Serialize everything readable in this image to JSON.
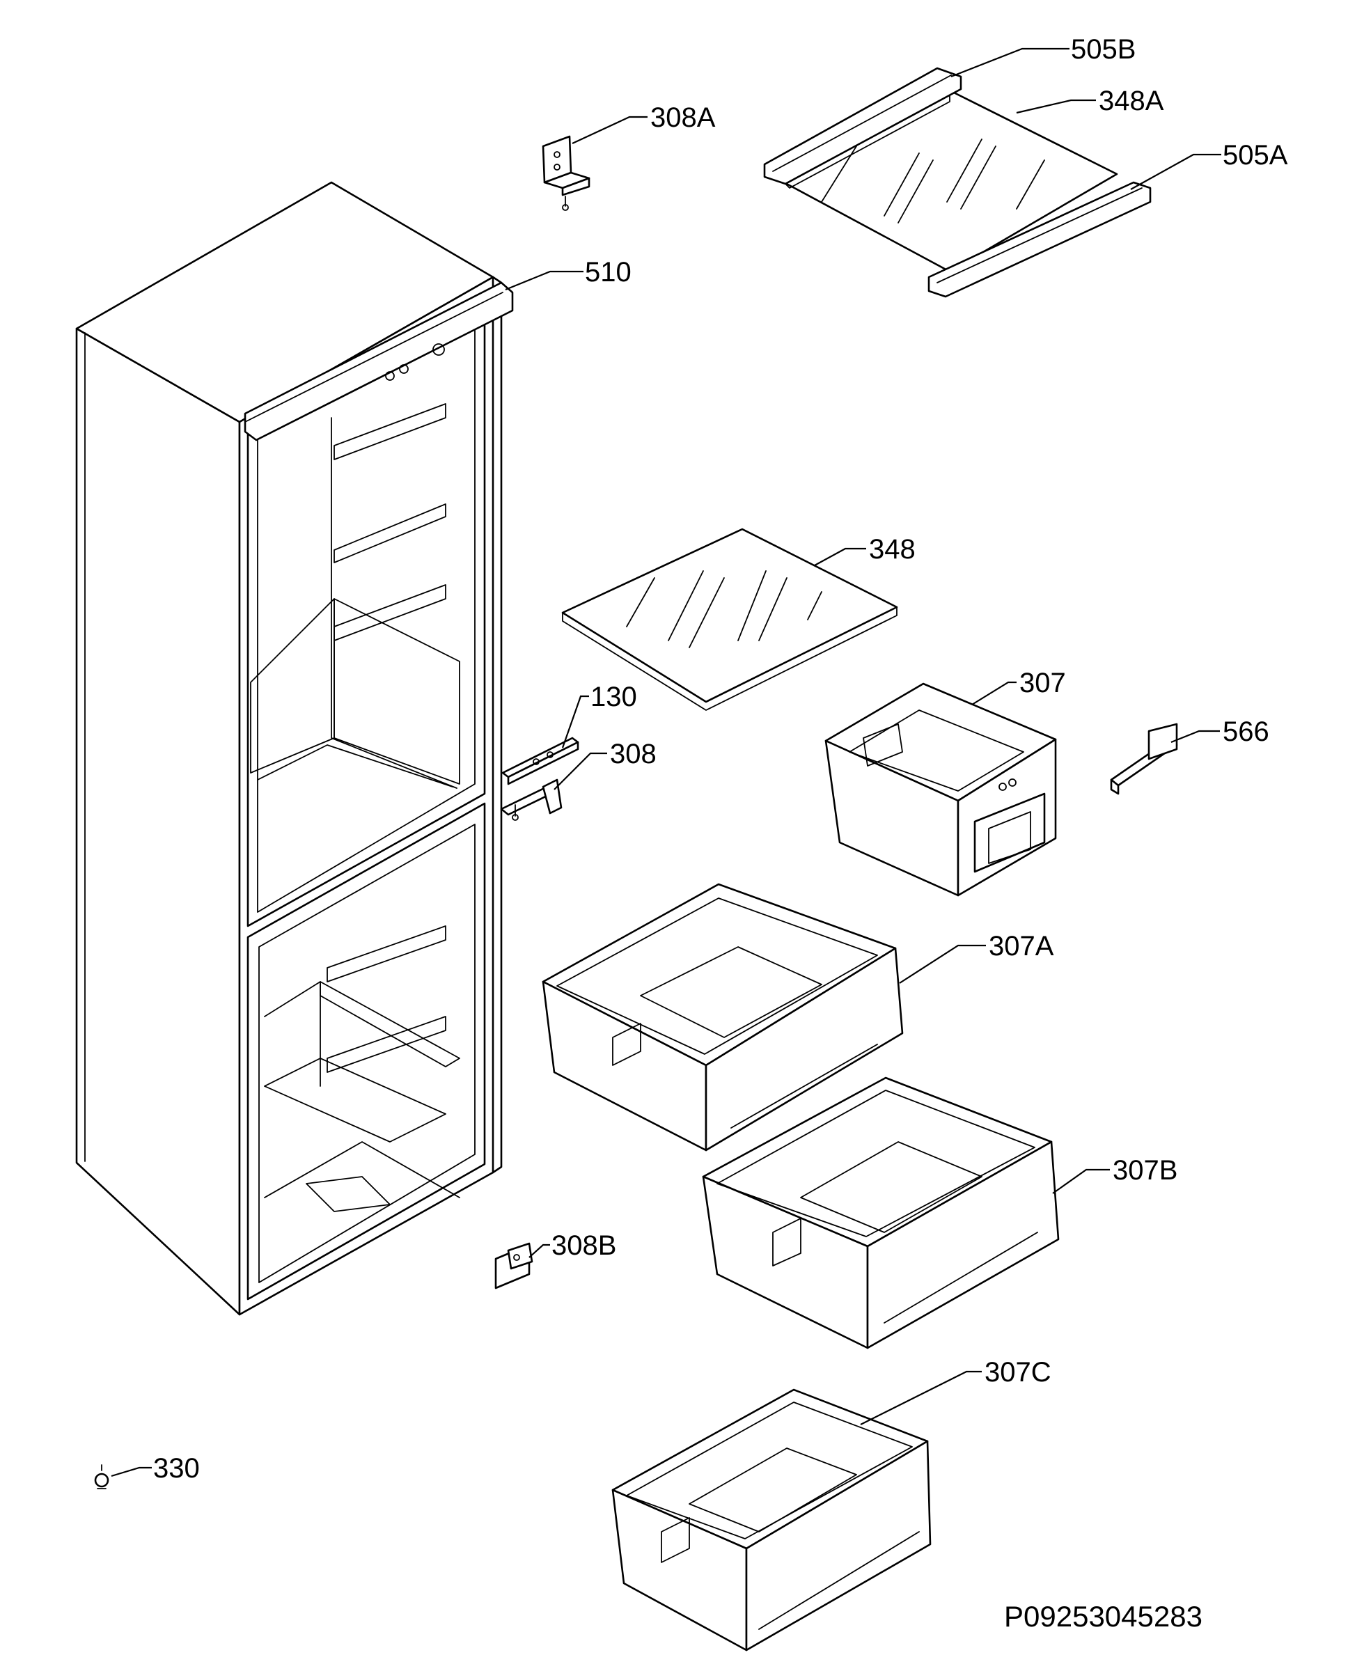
{
  "diagram": {
    "type": "exploded parts diagram",
    "reference_code": "P09253045283",
    "callouts": [
      {
        "id": "505b",
        "label": "505B"
      },
      {
        "id": "348a",
        "label": "348A"
      },
      {
        "id": "505a",
        "label": "505A"
      },
      {
        "id": "308a",
        "label": "308A"
      },
      {
        "id": "510",
        "label": "510"
      },
      {
        "id": "348",
        "label": "348"
      },
      {
        "id": "130",
        "label": "130"
      },
      {
        "id": "308",
        "label": "308"
      },
      {
        "id": "307",
        "label": "307"
      },
      {
        "id": "566",
        "label": "566"
      },
      {
        "id": "307a",
        "label": "307A"
      },
      {
        "id": "307b",
        "label": "307B"
      },
      {
        "id": "308b",
        "label": "308B"
      },
      {
        "id": "307c",
        "label": "307C"
      },
      {
        "id": "330",
        "label": "330"
      }
    ]
  }
}
